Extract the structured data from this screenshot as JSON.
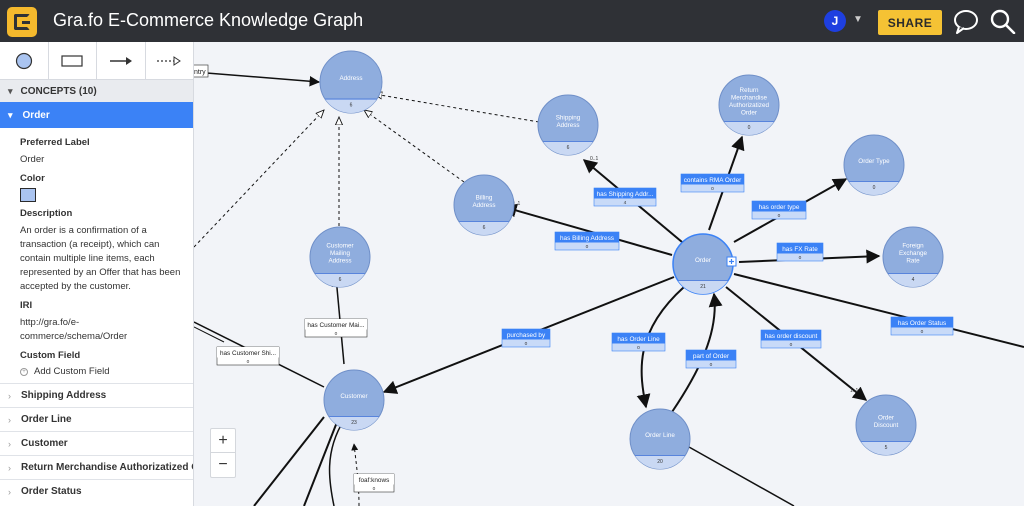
{
  "app": {
    "title": "Gra.fo E-Commerce Knowledge Graph",
    "user_initial": "J",
    "share_label": "SHARE",
    "icons": [
      "grafo-logo-icon",
      "comment-icon",
      "search-icon",
      "chevron-down-icon"
    ]
  },
  "toolbar": {
    "tools": [
      "concept-node-tool",
      "box-tool",
      "relationship-arrow-tool",
      "subclass-dashed-arrow-tool"
    ]
  },
  "sidebar": {
    "concepts_header": "CONCEPTS (10)",
    "selected": {
      "name": "Order",
      "preferred_label_title": "Preferred Label",
      "preferred_label": "Order",
      "color_title": "Color",
      "color": "#aac4f0",
      "description_title": "Description",
      "description": "An order is a confirmation of a transaction (a receipt), which can contain multiple line items, each represented by an Offer that has been accepted by the customer.",
      "iri_title": "IRI",
      "iri": "http://gra.fo/e-commerce/schema/Order",
      "custom_field_title": "Custom Field",
      "add_custom_field": "Add Custom Field"
    },
    "concepts": [
      "Shipping Address",
      "Order Line",
      "Customer",
      "Return Merchandise Authorizatized Order",
      "Order Status"
    ]
  },
  "graph": {
    "node_color": "#8fadde",
    "node_border": "#6f8fc8",
    "edge_label_color": "#3b82f6",
    "nodes": [
      {
        "id": "address",
        "label": "Address",
        "count": "6"
      },
      {
        "id": "shipping",
        "label": "Shipping Address",
        "count": "6"
      },
      {
        "id": "billing",
        "label": "Billing Address",
        "count": "6"
      },
      {
        "id": "custmail",
        "label": "Customer Mailing Address",
        "count": "6"
      },
      {
        "id": "rma",
        "label": "Return Merchandise Authorizatized Order",
        "count": "0"
      },
      {
        "id": "ordertype",
        "label": "Order Type",
        "count": "0"
      },
      {
        "id": "order",
        "label": "Order",
        "count": "21"
      },
      {
        "id": "fx",
        "label": "Foreign Exchange Rate",
        "count": "4"
      },
      {
        "id": "customer",
        "label": "Customer",
        "count": "23"
      },
      {
        "id": "orderline",
        "label": "Order Line",
        "count": "20"
      },
      {
        "id": "discount",
        "label": "Order Discount",
        "count": "5"
      }
    ],
    "edges": [
      {
        "id": "e-shipping",
        "label": "has Shipping Addr...",
        "count": "4",
        "style": "blue"
      },
      {
        "id": "e-rma",
        "label": "contains RMA Order",
        "count": "0",
        "style": "blue"
      },
      {
        "id": "e-ordertype",
        "label": "has order type",
        "count": "0",
        "style": "blue"
      },
      {
        "id": "e-billing",
        "label": "has Billing Address",
        "count": "0",
        "style": "blue"
      },
      {
        "id": "e-fx",
        "label": "has FX Rate",
        "count": "0",
        "style": "blue"
      },
      {
        "id": "e-custmail",
        "label": "has Customer Mai...",
        "count": "0",
        "style": "white"
      },
      {
        "id": "e-custship",
        "label": "has Customer Shi...",
        "count": "0",
        "style": "white"
      },
      {
        "id": "e-purchased",
        "label": "purchased by",
        "count": "0",
        "style": "blue"
      },
      {
        "id": "e-orderline",
        "label": "has Order Line",
        "count": "0",
        "style": "blue"
      },
      {
        "id": "e-partof",
        "label": "part of Order",
        "count": "0",
        "style": "blue"
      },
      {
        "id": "e-discount",
        "label": "has order discount",
        "count": "0",
        "style": "blue"
      },
      {
        "id": "e-status",
        "label": "has Order Status",
        "count": "0",
        "style": "blue"
      },
      {
        "id": "e-foaf",
        "label": "foaf:knows",
        "count": "0",
        "style": "white"
      }
    ],
    "clipped_label": "ntry",
    "markers": [
      "0..1",
      "0..1",
      "1..1"
    ]
  },
  "zoom": {
    "in": "+",
    "out": "−"
  }
}
